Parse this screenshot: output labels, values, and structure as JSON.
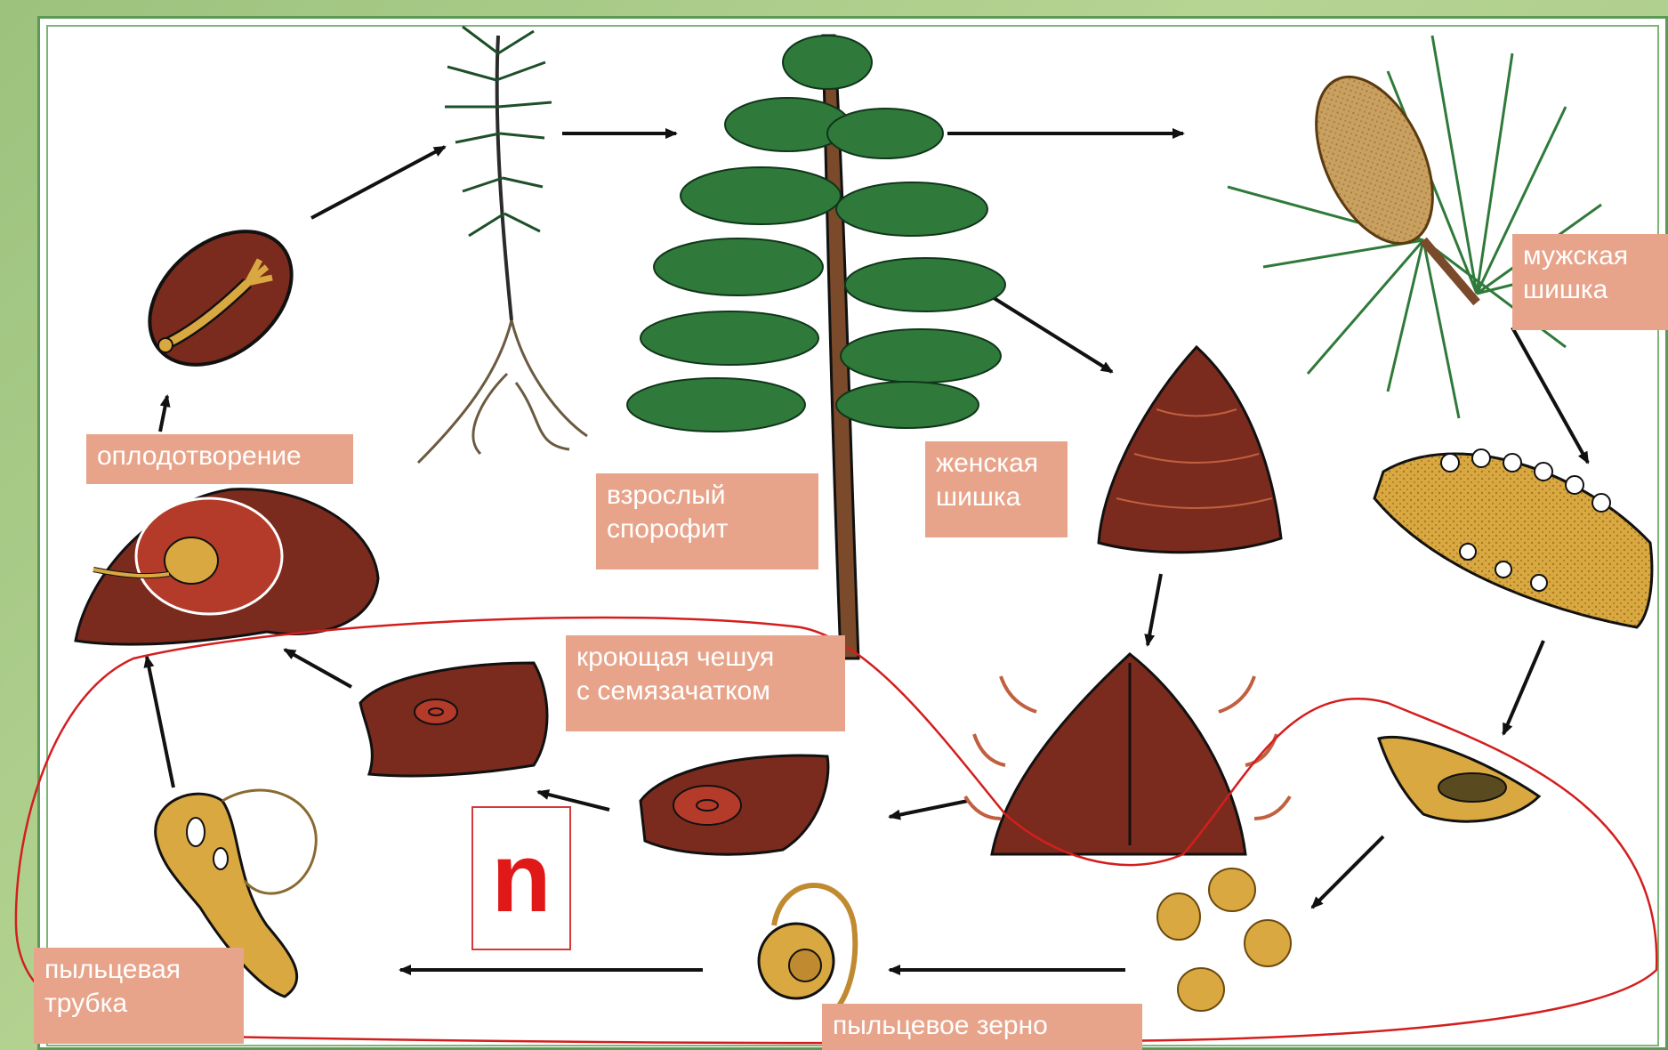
{
  "labels": {
    "fertilization": "оплодотворение",
    "adult_sporophyte_1": "взрослый",
    "adult_sporophyte_2": "спорофит",
    "female_cone_1": "женская",
    "female_cone_2": "шишка",
    "male_cone_1": "мужская",
    "male_cone_2": "шишка",
    "scale_1": "кроющая чешуя",
    "scale_2": "с семязачатком",
    "pollen_tube_1": "пыльцевая",
    "pollen_tube_2": "трубка",
    "pollen_grain": "пыльцевое зерно"
  },
  "ploidy_marker": "n",
  "colors": {
    "label_bg": "#e8a48a",
    "tissue_brown": "#7a2b1d",
    "pollen_yellow": "#d9a840",
    "needle_green": "#2f7a3a",
    "haploid_outline": "#d41e1e",
    "frame_green": "#5b9a54"
  }
}
